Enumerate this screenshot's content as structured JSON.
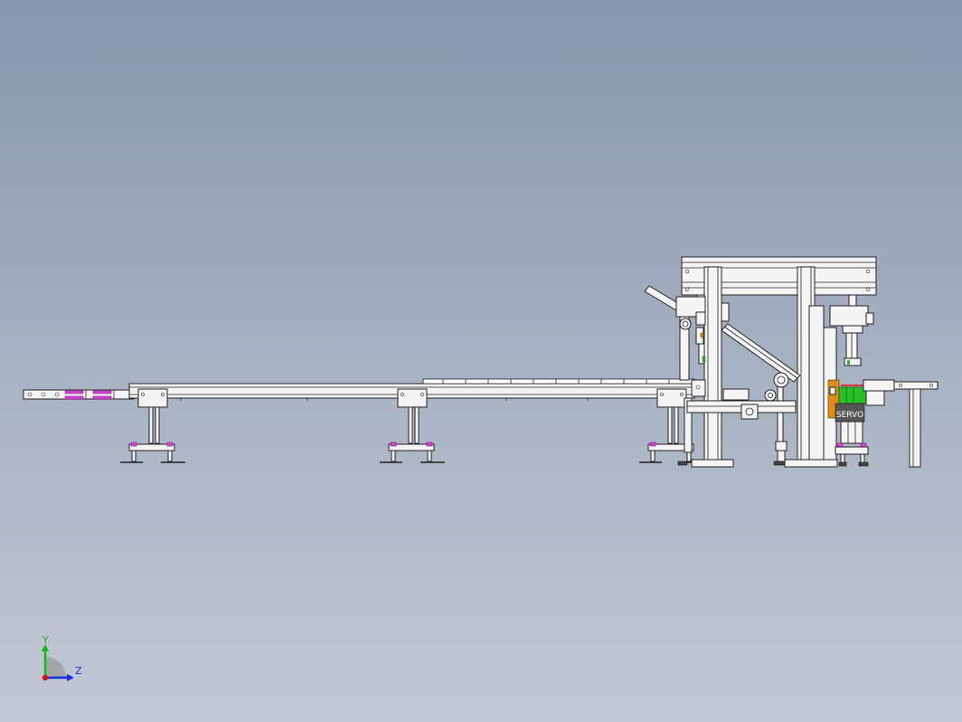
{
  "viewport": {
    "background_top": "#8796ab",
    "background_bottom": "#c3c8d4"
  },
  "machine": {
    "conveyor_legs": 3,
    "motor_label": "SERVO",
    "accent_colors": {
      "magenta": "#e040e0",
      "green": "#28c028",
      "orange": "#e08a1a",
      "red": "#e02020"
    }
  },
  "triad": {
    "y_label": "Y",
    "z_label": "Z",
    "colors": {
      "y": "#10c010",
      "z": "#1030e0",
      "origin": "#e01010"
    }
  }
}
